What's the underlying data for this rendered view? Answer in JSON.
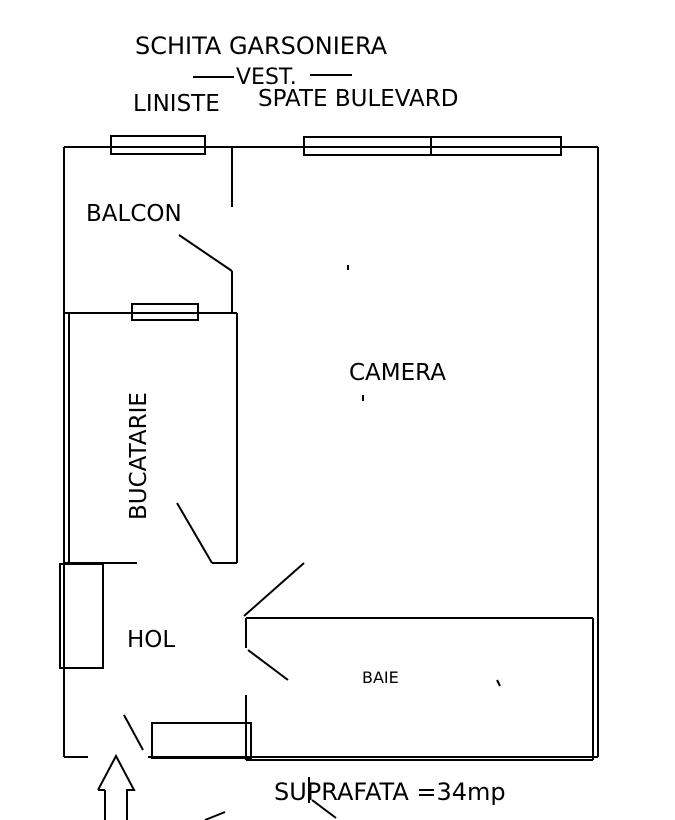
{
  "header": {
    "title": "SCHITA GARSONIERA",
    "orientation": "VEST.",
    "left_note": "LINISTE",
    "right_note": "SPATE BULEVARD"
  },
  "rooms": {
    "balcon": "BALCON",
    "camera": "CAMERA",
    "bucatarie": "BUCATARIE",
    "hol": "HOL",
    "baie": "BAIE"
  },
  "footer": {
    "area": "SUPRAFATA =34mp"
  }
}
